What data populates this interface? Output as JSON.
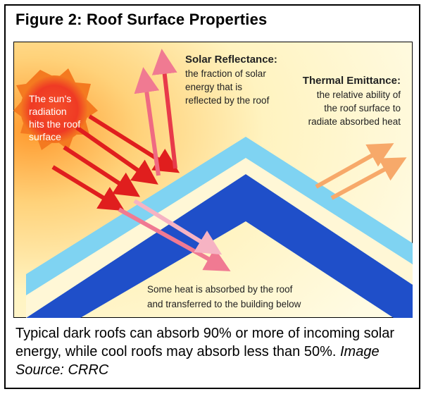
{
  "figure": {
    "title": "Figure 2: Roof Surface Properties"
  },
  "diagram": {
    "sun_text": [
      "The sun's",
      "radiation",
      "hits the roof",
      "surface"
    ],
    "solar_reflectance": {
      "heading": "Solar Reflectance:",
      "lines": [
        "the fraction of solar",
        "energy that is",
        "reflected by the roof"
      ]
    },
    "thermal_emittance": {
      "heading": "Thermal Emittance:",
      "lines": [
        "the relative ability of",
        "the roof surface to",
        "radiate absorbed heat"
      ]
    },
    "absorbed": {
      "lines": [
        "Some heat is absorbed by the roof",
        "and transferred to the building below"
      ]
    },
    "colors": {
      "background_yellow": "#fff7c8",
      "background_orange": "#f6a13a",
      "sun_red": "#e8312a",
      "sun_orange": "#f47a20",
      "roof_light": "#7fd3f2",
      "roof_dark": "#1f4fc9",
      "arrow_red": "#e01e1e",
      "arrow_pink": "#f28aa0",
      "arrow_orange": "#f6a970"
    }
  },
  "caption": {
    "text": "Typical dark roofs can absorb 90% or more of incoming solar energy, while cool roofs may absorb less than 50%.",
    "source": "Image Source: CRRC"
  }
}
